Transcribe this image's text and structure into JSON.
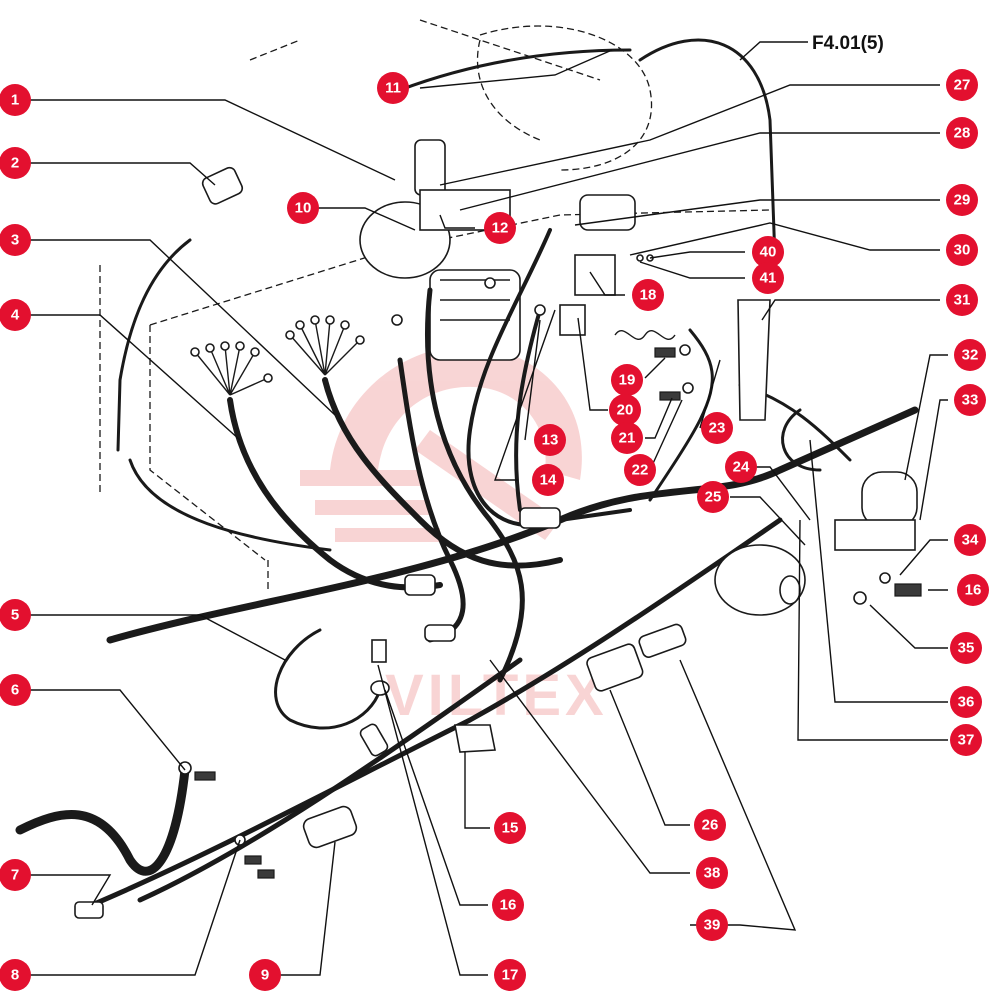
{
  "figure": {
    "reference": "F4.01(5)",
    "watermark": "VILTEX"
  },
  "colors": {
    "callout": "#e3102f",
    "callout_text": "#ffffff",
    "line_art": "#1a1a1a",
    "watermark": "#f3b2b2"
  },
  "callouts": [
    {
      "id": "c1",
      "label": "1"
    },
    {
      "id": "c2",
      "label": "2"
    },
    {
      "id": "c3",
      "label": "3"
    },
    {
      "id": "c4",
      "label": "4"
    },
    {
      "id": "c5",
      "label": "5"
    },
    {
      "id": "c6",
      "label": "6"
    },
    {
      "id": "c7",
      "label": "7"
    },
    {
      "id": "c8",
      "label": "8"
    },
    {
      "id": "c9",
      "label": "9"
    },
    {
      "id": "c10",
      "label": "10"
    },
    {
      "id": "c11",
      "label": "11"
    },
    {
      "id": "c12",
      "label": "12"
    },
    {
      "id": "c13",
      "label": "13"
    },
    {
      "id": "c14",
      "label": "14"
    },
    {
      "id": "c15",
      "label": "15"
    },
    {
      "id": "c16a",
      "label": "16"
    },
    {
      "id": "c16b",
      "label": "16"
    },
    {
      "id": "c17",
      "label": "17"
    },
    {
      "id": "c18",
      "label": "18"
    },
    {
      "id": "c19",
      "label": "19"
    },
    {
      "id": "c20",
      "label": "20"
    },
    {
      "id": "c21",
      "label": "21"
    },
    {
      "id": "c22",
      "label": "22"
    },
    {
      "id": "c23",
      "label": "23"
    },
    {
      "id": "c24",
      "label": "24"
    },
    {
      "id": "c25",
      "label": "25"
    },
    {
      "id": "c26",
      "label": "26"
    },
    {
      "id": "c27",
      "label": "27"
    },
    {
      "id": "c28",
      "label": "28"
    },
    {
      "id": "c29",
      "label": "29"
    },
    {
      "id": "c30",
      "label": "30"
    },
    {
      "id": "c31",
      "label": "31"
    },
    {
      "id": "c32",
      "label": "32"
    },
    {
      "id": "c33",
      "label": "33"
    },
    {
      "id": "c34",
      "label": "34"
    },
    {
      "id": "c35",
      "label": "35"
    },
    {
      "id": "c36",
      "label": "36"
    },
    {
      "id": "c37",
      "label": "37"
    },
    {
      "id": "c38",
      "label": "38"
    },
    {
      "id": "c39",
      "label": "39"
    },
    {
      "id": "c40",
      "label": "40"
    },
    {
      "id": "c41",
      "label": "41"
    }
  ]
}
